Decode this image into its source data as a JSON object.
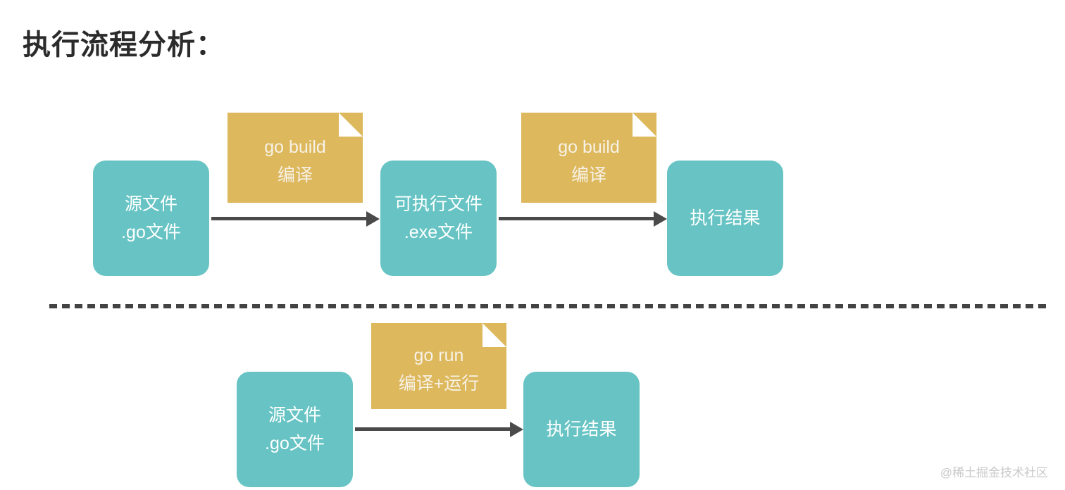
{
  "page": {
    "title": "执行流程分析：",
    "background_color": "#ffffff",
    "watermark": "@稀土掘金技术社区"
  },
  "theme": {
    "node_color": "#68c4c4",
    "note_color": "#ddb85c",
    "node_text_color": "#ffffff",
    "note_text_color": "#f7f2e7",
    "arrow_color": "#4a4a4a",
    "divider_color": "#434343",
    "title_color": "#2b2b2b",
    "watermark_color": "#c9c9c9"
  },
  "flow_build": {
    "nodes": [
      {
        "id": "source-file",
        "line1": "源文件",
        "line2": ".go文件"
      },
      {
        "id": "executable-file",
        "line1": "可执行文件",
        "line2": ".exe文件"
      },
      {
        "id": "execution-result",
        "line1": "执行结果",
        "line2": ""
      }
    ],
    "notes": [
      {
        "id": "go-build-1",
        "line1": "go build",
        "line2": "编译"
      },
      {
        "id": "go-build-2",
        "line1": "go build",
        "line2": "编译"
      }
    ]
  },
  "flow_run": {
    "nodes": [
      {
        "id": "source-file",
        "line1": "源文件",
        "line2": ".go文件"
      },
      {
        "id": "execution-result",
        "line1": "执行结果",
        "line2": ""
      }
    ],
    "notes": [
      {
        "id": "go-run",
        "line1": "go run",
        "line2": "编译+运行"
      }
    ]
  }
}
